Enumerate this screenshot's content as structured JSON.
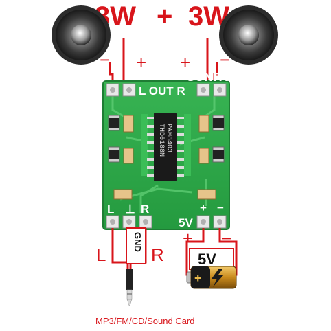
{
  "power": {
    "left_watts": "3W",
    "plus": "+",
    "right_watts": "3W"
  },
  "board": {
    "out_label": "L OUT R",
    "in_left": "L",
    "in_gnd": "⊥",
    "in_right": "R",
    "supply_label": "5V",
    "plus_sign": "+",
    "minus_sign": "−",
    "chip_line1": "PAM8403",
    "chip_line2": "THD0188N"
  },
  "speaker_terminals": {
    "left_minus": "−",
    "left_plus": "+",
    "right_plus": "+",
    "right_minus": "−"
  },
  "watermark": "SUNROM.COM",
  "audio_input": {
    "left": "L",
    "gnd": "GND",
    "right": "R"
  },
  "battery": {
    "voltage": "5V",
    "plus": "+",
    "minus": "−"
  },
  "caption": "MP3/FM/CD/Sound Card",
  "colors": {
    "red_wire": "#d8151b",
    "pcb_green": "#2fa84a",
    "chip_black": "#1a1a1a",
    "battery_gold": "#c98a1c"
  }
}
